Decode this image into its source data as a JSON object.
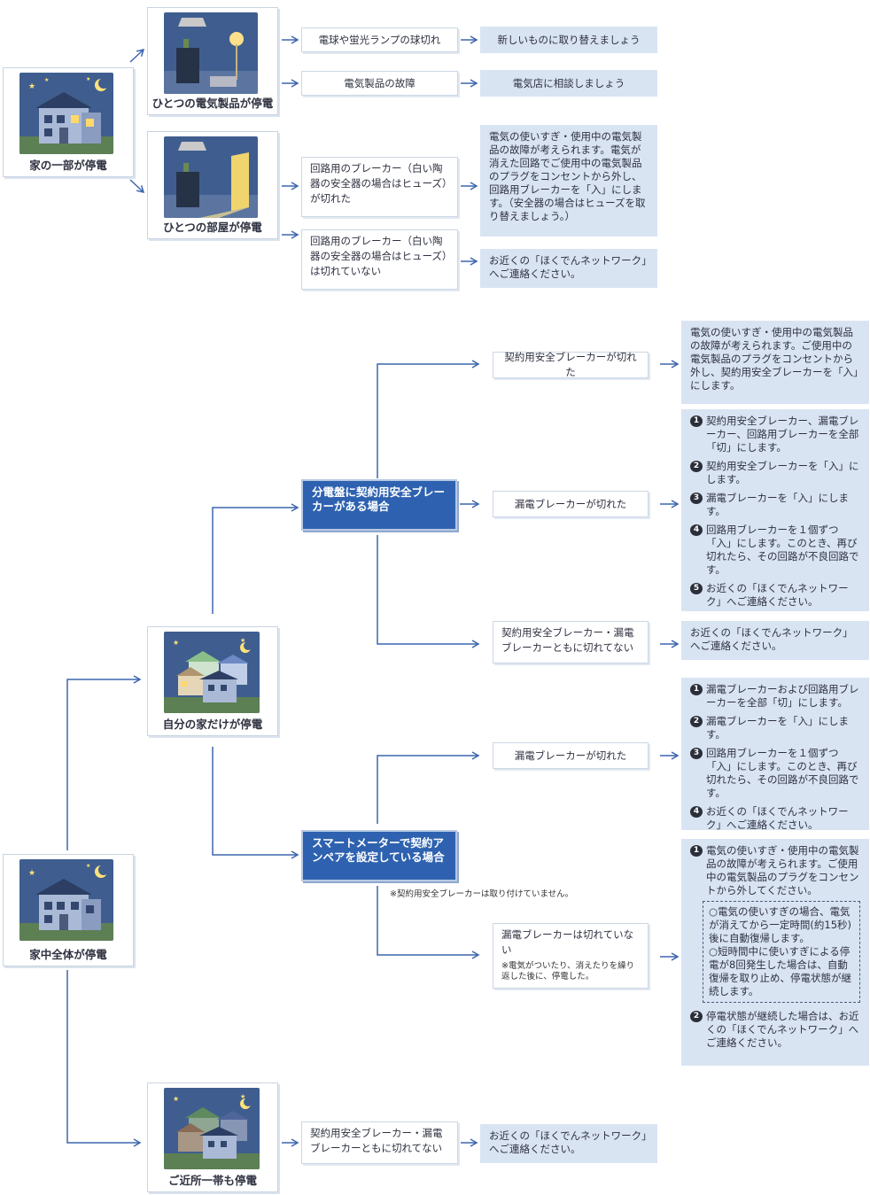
{
  "colors": {
    "line": "#3d66ad",
    "panel_blue": "#d9e4f3",
    "header_blue": "#2e62b0",
    "sky": "#3f5e8f"
  },
  "top": {
    "root_label": "家の一部が停電",
    "card_one_label": "ひとつの電気製品が停電",
    "card_room_label": "ひとつの部屋が停電",
    "c1": "電球や蛍光ランプの球切れ",
    "c1_answer": "新しいものに取り替えましょう",
    "c2": "電気製品の故障",
    "c2_answer": "電気店に相談しましょう",
    "c3": "回路用のブレーカー（白い陶器の安全器の場合はヒューズ）が切れた",
    "c3_answer": "電気の使いすぎ・使用中の電気製品の故障が考えられます。電気が消えた回路でご使用中の電気製品のプラグをコンセントから外し、回路用ブレーカーを「入」にします。（安全器の場合はヒューズを取り替えましょう。）",
    "c4": "回路用のブレーカー（白い陶器の安全器の場合はヒューズ）は切れていない",
    "c4_answer": "お近くの「ほくでんネットワーク」へご連絡ください。"
  },
  "bottom": {
    "root_label": "家中全体が停電",
    "own_house_label": "自分の家だけが停電",
    "neighborhood_label": "ご近所一帯も停電",
    "branch_a": "分電盤に契約用安全ブレーカーがある場合",
    "a1": "契約用安全ブレーカーが切れた",
    "a1_answer": "電気の使いすぎ・使用中の電気製品の故障が考えられます。ご使用中の電気製品のプラグをコンセントから外し、契約用安全ブレーカーを「入」にします。",
    "a2": "漏電ブレーカーが切れた",
    "a2_steps": [
      "契約用安全ブレーカー、漏電ブレーカー、回路用ブレーカーを全部「切」にします。",
      "契約用安全ブレーカーを「入」にします。",
      "漏電ブレーカーを「入」にします。",
      "回路用ブレーカーを１個ずつ「入」にします。このとき、再び切れたら、その回路が不良回路です。",
      "お近くの「ほくでんネットワーク」へご連絡ください。"
    ],
    "a3": "契約用安全ブレーカー・漏電ブレーカーともに切れてない",
    "a3_answer": "お近くの「ほくでんネットワーク」へご連絡ください。",
    "branch_b": "スマートメーターで契約アンペアを設定している場合",
    "branch_b_note": "※契約用安全ブレーカーは取り付けていません。",
    "b1": "漏電ブレーカーが切れた",
    "b1_steps": [
      "漏電ブレーカーおよび回路用ブレーカーを全部「切」にします。",
      "漏電ブレーカーを「入」にします。",
      "回路用ブレーカーを１個ずつ「入」にします。このとき、再び切れたら、その回路が不良回路です。",
      "お近くの「ほくでんネットワーク」へご連絡ください。"
    ],
    "b2": "漏電ブレーカーは切れていない",
    "b2_note": "※電気がついたり、消えたりを繰り返した後に、停電した。",
    "b2_step1": "電気の使いすぎ・使用中の電気製品の故障が考えられます。ご使用中の電気製品のプラグをコンセントから外してください。",
    "b2_dashed": [
      "○電気の使いすぎの場合、電気が消えてから一定時間(約15秒)後に自動復帰します。",
      "○短時間中に使いすぎによる停電が8回発生した場合は、自動復帰を取り止め、停電状態が継続します。"
    ],
    "b2_step2": "停電状態が継続した場合は、お近くの「ほくでんネットワーク」へご連絡ください。",
    "c1": "契約用安全ブレーカー・漏電ブレーカーともに切れてない",
    "c1_answer": "お近くの「ほくでんネットワーク」へご連絡ください。"
  }
}
